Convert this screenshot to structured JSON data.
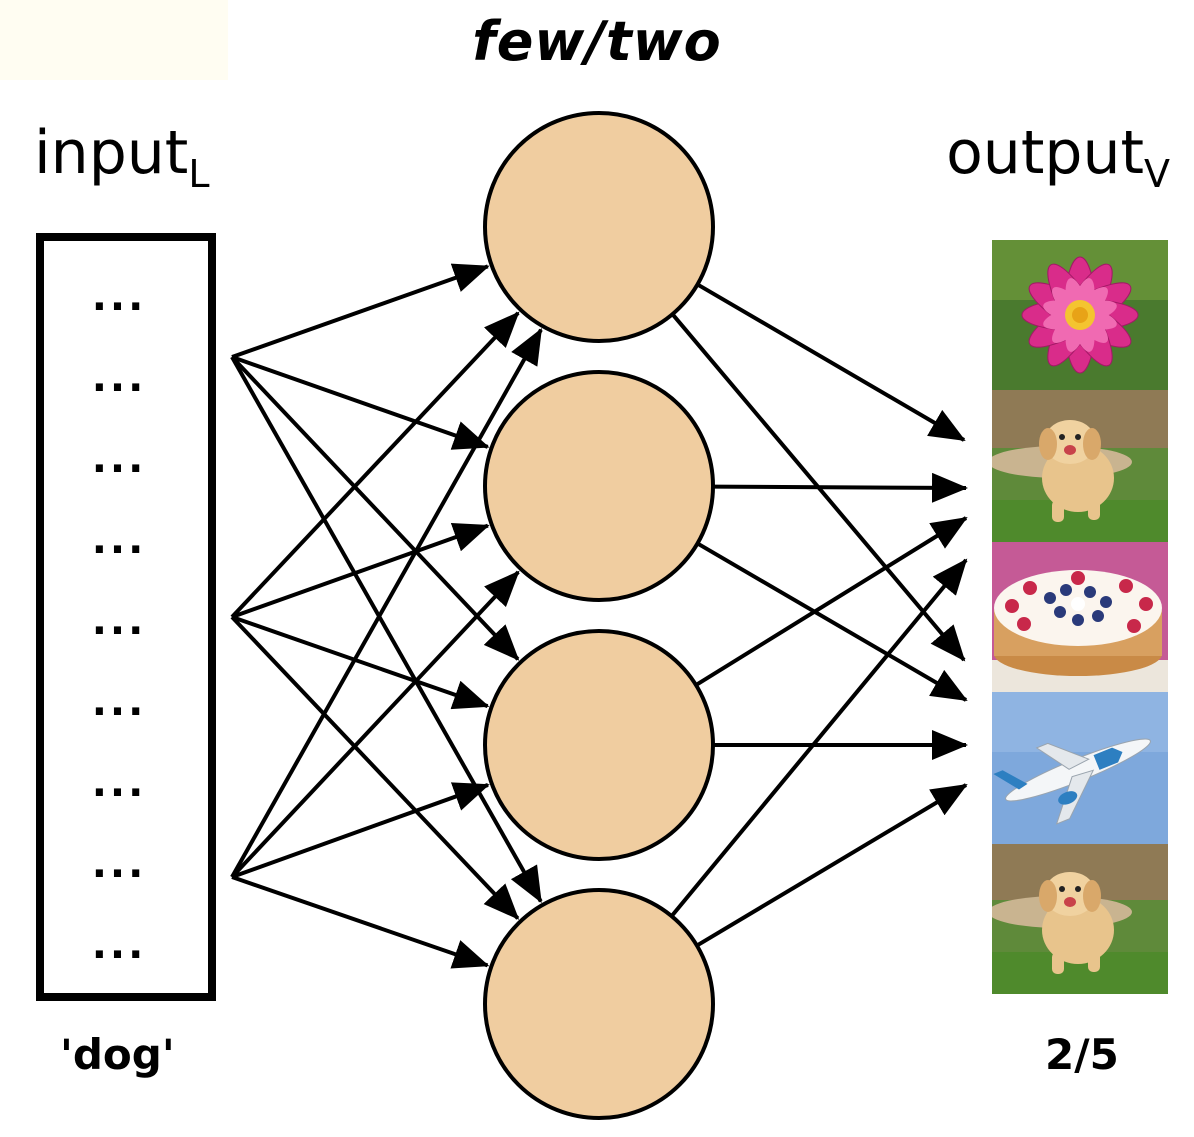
{
  "title": "few/two",
  "input": {
    "label": "input",
    "subscript": "L",
    "rows": [
      "...",
      "...",
      "...",
      "...",
      "...",
      "...",
      "...",
      "...",
      "..."
    ],
    "caption": "'dog'"
  },
  "hidden_layer": {
    "count": 4,
    "fill": "#f0cda0"
  },
  "output": {
    "label": "output",
    "subscript": "V",
    "images": [
      "flower-photo",
      "puppy-photo",
      "cake-photo",
      "airplane-photo",
      "puppy-photo"
    ],
    "caption": "2/5"
  },
  "colors": {
    "corner_tint": "#fffdf2",
    "stroke": "#000000"
  }
}
